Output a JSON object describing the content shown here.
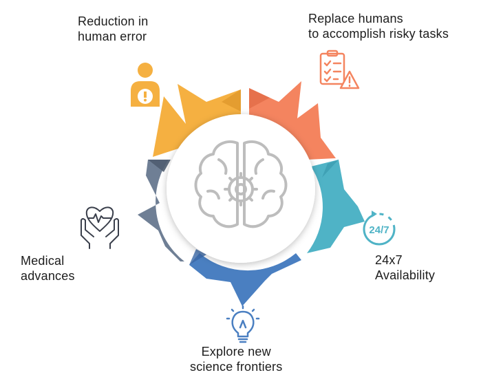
{
  "segments": [
    {
      "id": "reduction",
      "line1": "Reduction in",
      "line2": "human error",
      "color": "#f5b041",
      "shade": "#e09a2e",
      "icon": "person-alert-icon"
    },
    {
      "id": "replace",
      "line1": "Replace humans",
      "line2": "to accomplish risky tasks",
      "color": "#f4845f",
      "shade": "#e06a44",
      "icon": "clipboard-warning-icon"
    },
    {
      "id": "availability",
      "line1": "24x7",
      "line2": "Availability",
      "color": "#4fb3c6",
      "shade": "#3b9cb0",
      "icon": "clock-24-7-icon",
      "icon_text": "24/7"
    },
    {
      "id": "explore",
      "line1": "Explore new",
      "line2": "science frontiers",
      "color": "#4a7fc1",
      "shade": "#3a68a6",
      "icon": "lightbulb-icon"
    },
    {
      "id": "medical",
      "line1": "Medical",
      "line2": "advances",
      "color": "#6f7f95",
      "shade": "#5b6a7f",
      "icon": "hands-heart-icon"
    }
  ],
  "center_icon": "brain-gear-icon",
  "colors": {
    "text": "#1c1c1c",
    "icon_stroke": "#3a3f4b",
    "center_circle": "#ffffff",
    "center_icon": "#bdbdbd"
  }
}
